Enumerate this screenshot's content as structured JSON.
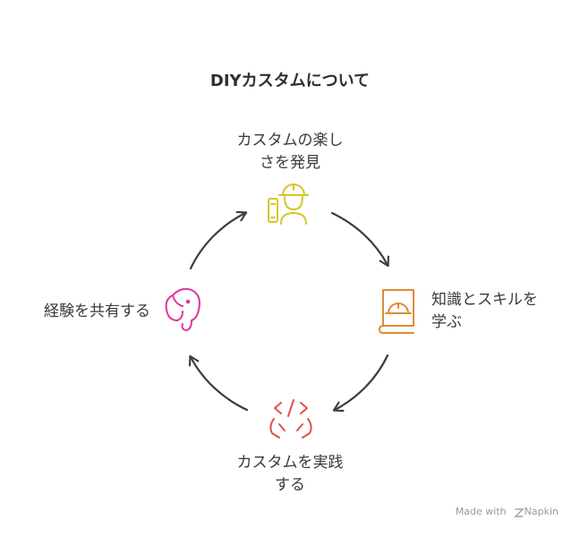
{
  "title": "DIYカスタムについて",
  "steps": [
    {
      "lines": [
        "カスタムの楽し",
        "さを発見"
      ],
      "icon": "construction-worker-icon",
      "color": "#d6c52a"
    },
    {
      "lines": [
        "知識とスキルを",
        "学ぶ"
      ],
      "icon": "book-helmet-icon",
      "color": "#e08a36"
    },
    {
      "lines": [
        "カスタムを実践",
        "する"
      ],
      "icon": "code-hands-icon",
      "color": "#e0504e"
    },
    {
      "lines": [
        "経験を共有する"
      ],
      "icon": "evernote-elephant-icon",
      "color": "#e0359a"
    }
  ],
  "footer": {
    "made_with": "Made with",
    "brand": "Napkin"
  }
}
